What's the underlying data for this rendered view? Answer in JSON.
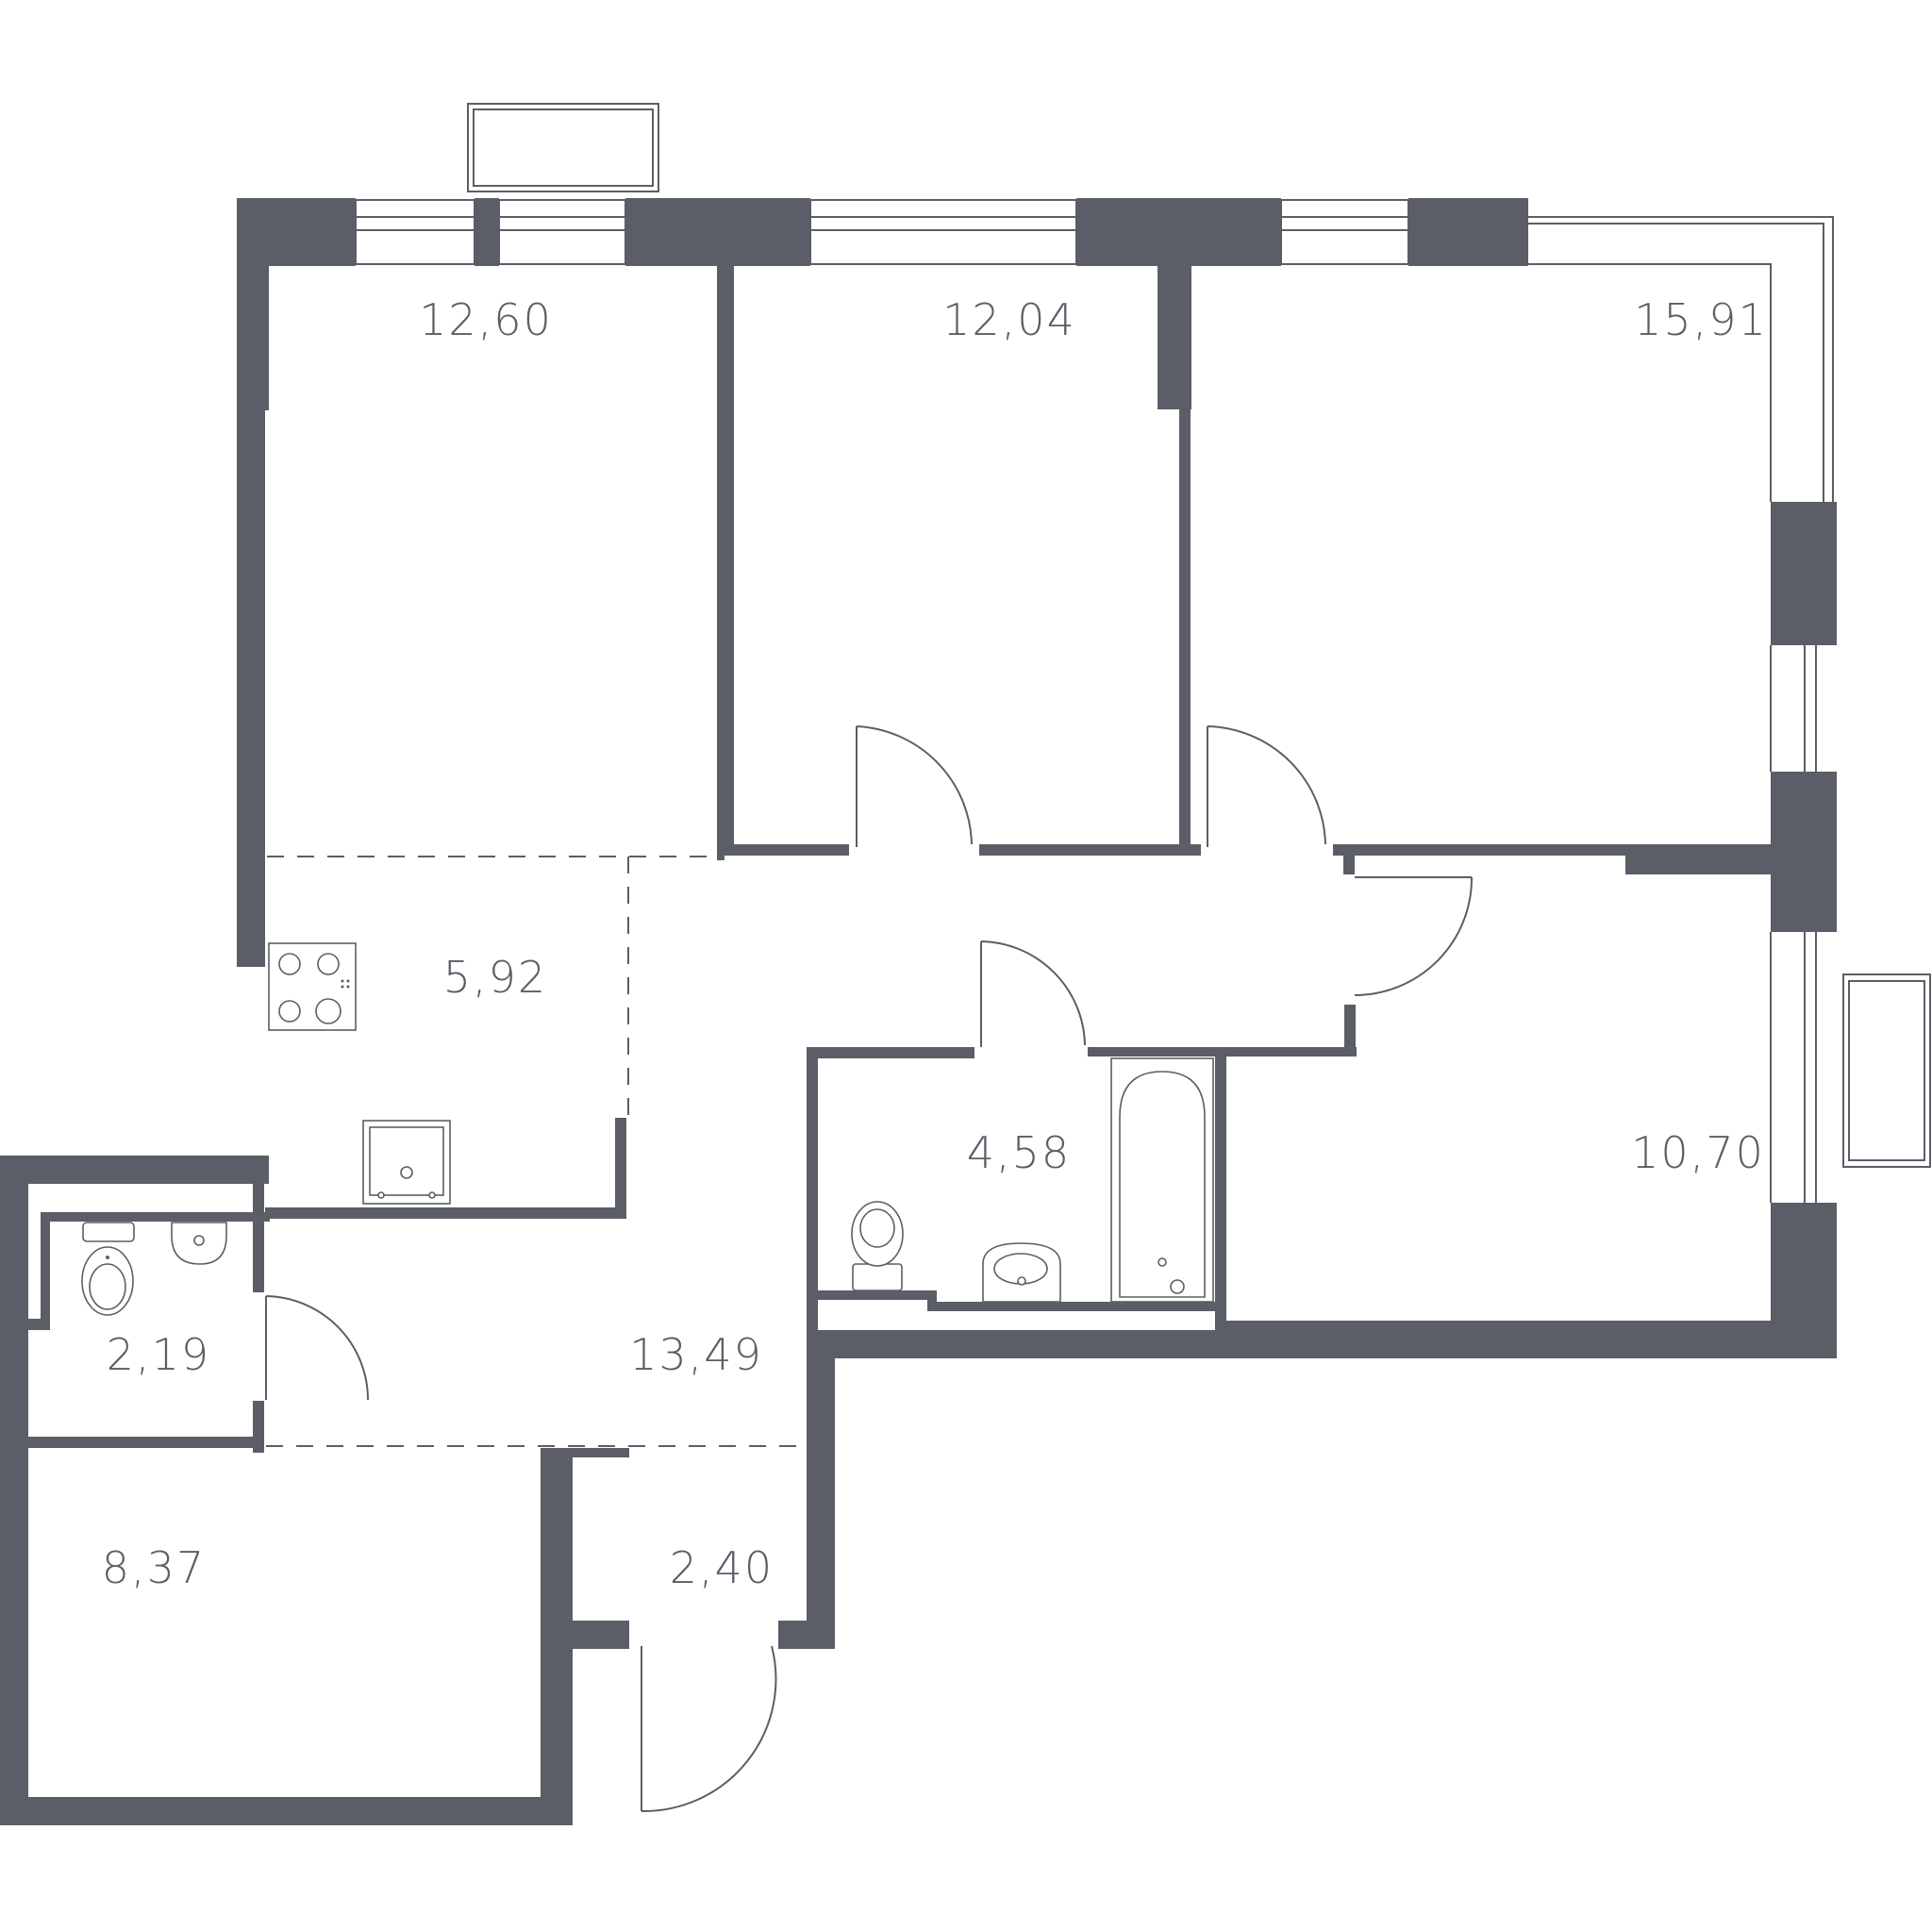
{
  "colors": {
    "wall": "#5b5e66",
    "background": "#ffffff"
  },
  "rooms": [
    {
      "id": "bedroom-1",
      "area": "12,60"
    },
    {
      "id": "bedroom-2",
      "area": "12,04"
    },
    {
      "id": "living-room",
      "area": "15,91"
    },
    {
      "id": "kitchen",
      "area": "5,92"
    },
    {
      "id": "bathroom",
      "area": "4,58"
    },
    {
      "id": "bedroom-3",
      "area": "10,70"
    },
    {
      "id": "toilet",
      "area": "2,19"
    },
    {
      "id": "hallway",
      "area": "13,49"
    },
    {
      "id": "storage-room",
      "area": "8,37"
    },
    {
      "id": "entrance-vestibule",
      "area": "2,40"
    }
  ]
}
